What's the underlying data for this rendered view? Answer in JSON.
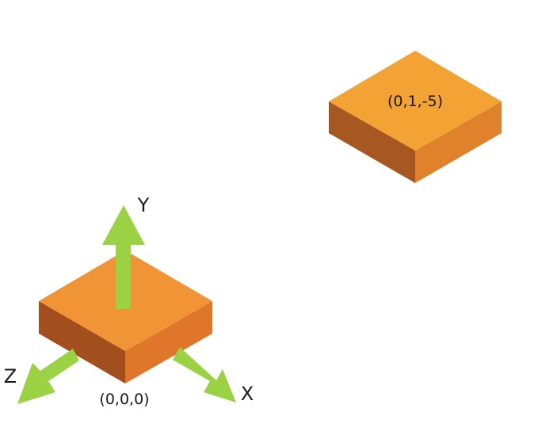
{
  "origin_block": {
    "coordinate_label": "(0,0,0)",
    "colors": {
      "top": "#F09435",
      "left": "#A24F1D",
      "right": "#E0762A"
    }
  },
  "target_block": {
    "coordinate_label": "(0,1,-5)",
    "colors": {
      "top": "#F2A333",
      "left": "#A65820",
      "right": "#E0822C"
    }
  },
  "axes": {
    "arrow_color": "#9BD244",
    "x_label": "X",
    "y_label": "Y",
    "z_label": "Z"
  }
}
